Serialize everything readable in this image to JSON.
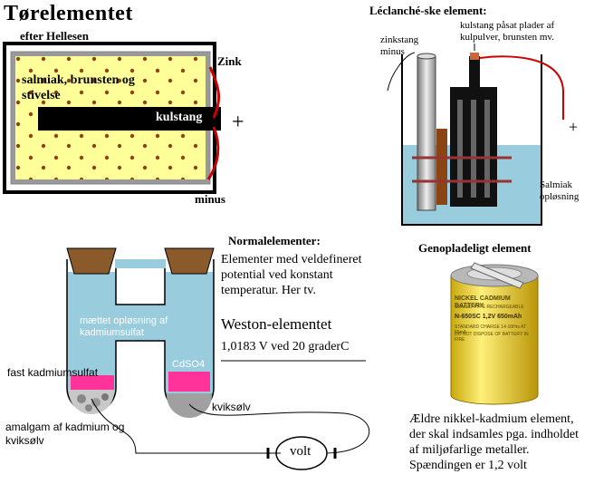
{
  "title": "Tørelementet",
  "dry_cell": {
    "subtitle": "efter Hellesen",
    "fill_label": "salmiak, brunsten og stivelse",
    "rod_label": "kulstang",
    "zinc_label": "Zink",
    "minus_label": "minus",
    "plus_label": "+"
  },
  "leclanche": {
    "title": "Léclanché-ske element:",
    "zinc_rod_label": "zinkstang minus",
    "carbon_label": "kulstang påsat plader af kulpulver, brunsten mv.",
    "solution_label": "Salmiak opløsning",
    "plus_label": "+"
  },
  "normal": {
    "title": "Normalelementer:",
    "description": "Elementer med veldefineret potential ved konstant temperatur. Her tv.",
    "weston_title": "Weston-elementet",
    "weston_value": "1,0183 V ved 20 graderC",
    "saturated_label": "mættet opløsning af kadmiumsulfat",
    "solid_label": "fast kadmiumsulfat",
    "cdso4_label": "CdSO4",
    "mercury_label": "kviksølv",
    "amalgam_label": "amalgam af kadmium og kviksølv",
    "meter_label": "volt"
  },
  "rechargeable": {
    "title": "Genopladeligt element",
    "battery_text_1": "NICKEL CADMIUM BATTERY",
    "battery_text_2": "SEALED TYPE  RECHARGEABLE",
    "battery_model": "N-650SC  1,2V 650mAh",
    "battery_text_3": "STANDARD CHARGE 14-16Hrs AT 65mA",
    "battery_text_4": "DO NOT DISPOSE OF BATTERY IN FIRE",
    "description": "Ældre nikkel-kadmium element, der skal indsamles pga. indholdet af miljøfarlige metaller. Spændingen er 1,2 volt"
  },
  "colors": {
    "paste": "#ffff99",
    "dot": "#8b4513",
    "solution": "#99ccdd",
    "wire": "#cc0000",
    "cork": "#8b5a2b",
    "crystals": "#ff3399",
    "mercury": "#a0a0a0",
    "battery": "#f2d22e"
  }
}
